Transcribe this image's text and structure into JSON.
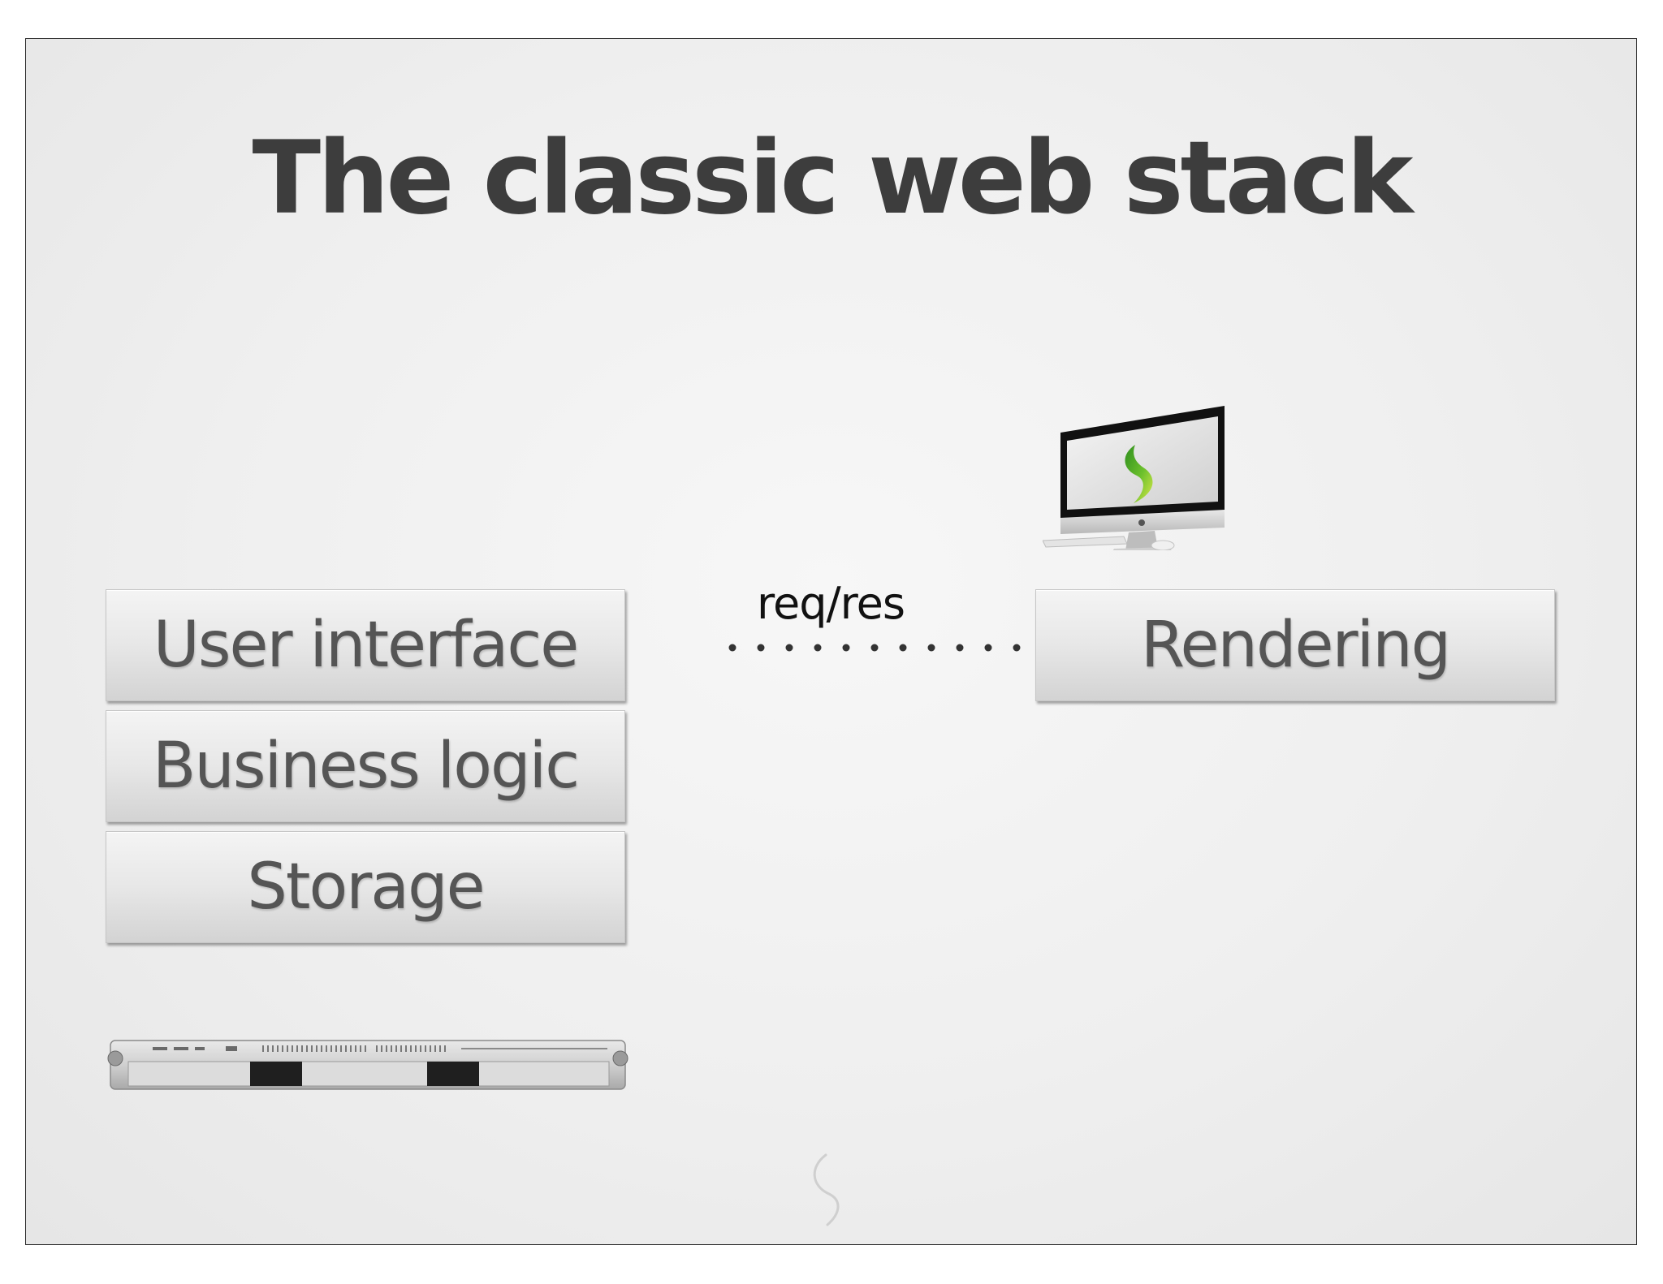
{
  "slide": {
    "title": "The classic web stack"
  },
  "server_stack": {
    "layers": [
      {
        "label": "User interface"
      },
      {
        "label": "Business logic"
      },
      {
        "label": "Storage"
      }
    ]
  },
  "client": {
    "layers": [
      {
        "label": "Rendering"
      }
    ]
  },
  "connector": {
    "label": "req/res",
    "style": "dotted"
  },
  "icons": {
    "server": "rack-server-icon",
    "client": "desktop-computer-icon",
    "screen_logo": "green-leaf-logo-icon",
    "watermark": "leaf-watermark-icon"
  },
  "colors": {
    "title": "#3d3d3d",
    "box_text": "#555555",
    "logo_green": "#5cb82a"
  }
}
